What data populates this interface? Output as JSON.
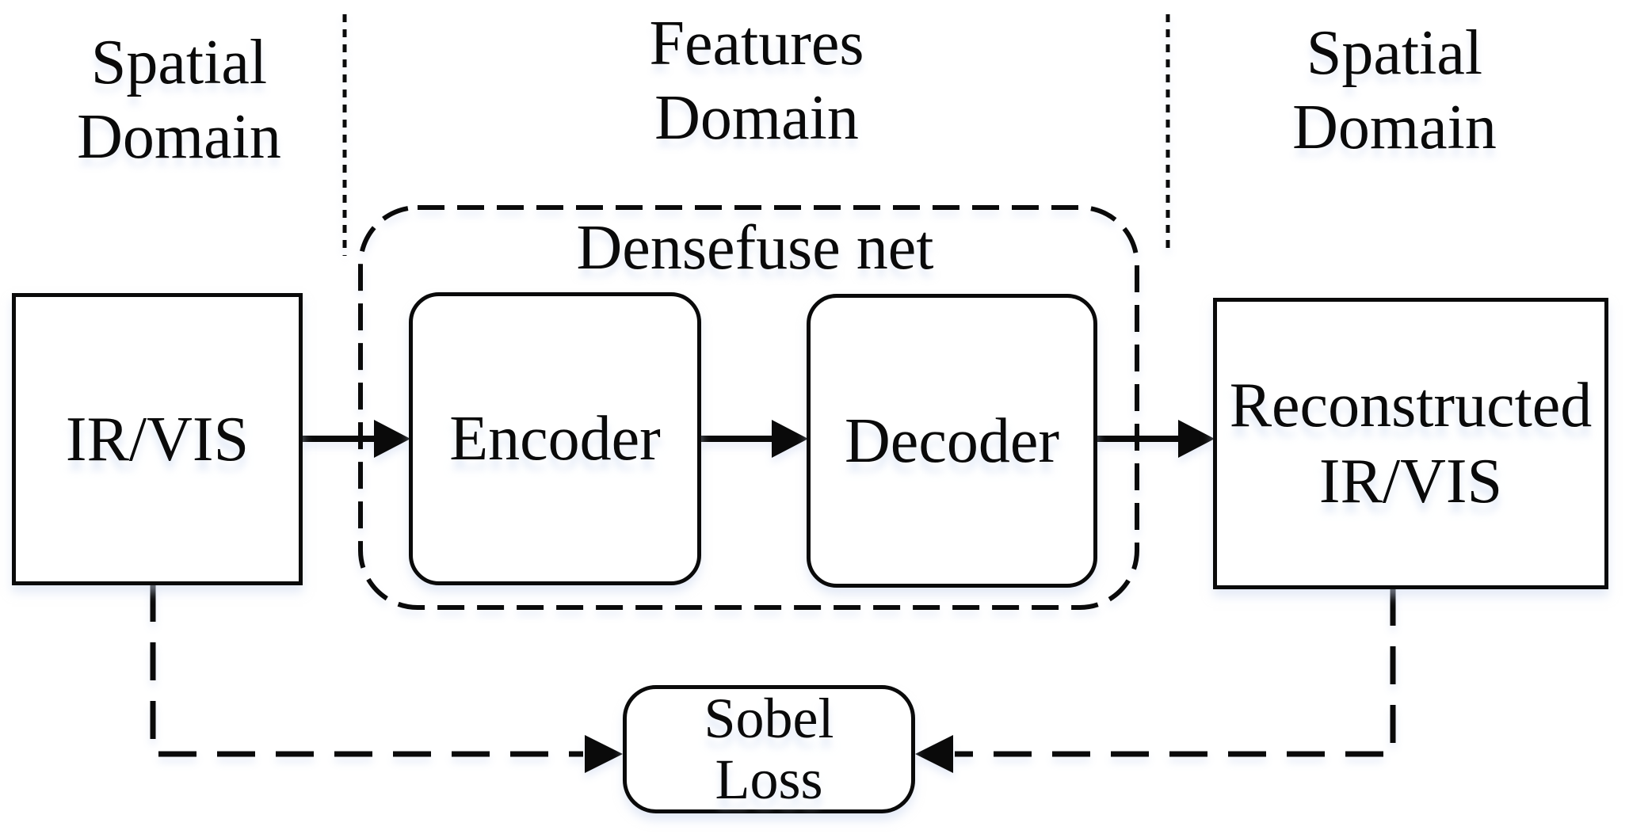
{
  "canvas": {
    "background": "#ffffff",
    "ink": "#0a0a0a",
    "glow": "#dbe5f3"
  },
  "domain_labels": {
    "spatial_left": {
      "lines": [
        "Spatial",
        "Domain"
      ]
    },
    "features": {
      "lines": [
        "Features",
        "Domain"
      ]
    },
    "spatial_right": {
      "lines": [
        "Spatial",
        "Domain"
      ]
    }
  },
  "densefuse": {
    "title": "Densefuse net"
  },
  "boxes": {
    "input": {
      "label": "IR/VIS"
    },
    "encoder": {
      "label": "Encoder"
    },
    "decoder": {
      "label": "Decoder"
    },
    "reconstructed": {
      "lines": [
        "Reconstructed",
        "IR/VIS"
      ]
    },
    "sobel": {
      "lines": [
        "Sobel",
        "Loss"
      ]
    }
  },
  "edges": [
    {
      "from": "IR/VIS",
      "to": "Encoder",
      "style": "solid-arrow"
    },
    {
      "from": "Encoder",
      "to": "Decoder",
      "style": "solid-arrow"
    },
    {
      "from": "Decoder",
      "to": "Reconstructed IR/VIS",
      "style": "solid-arrow"
    },
    {
      "from": "IR/VIS",
      "to": "Sobel Loss",
      "style": "dashed-arrow"
    },
    {
      "from": "Reconstructed IR/VIS",
      "to": "Sobel Loss",
      "style": "dashed-arrow"
    }
  ]
}
